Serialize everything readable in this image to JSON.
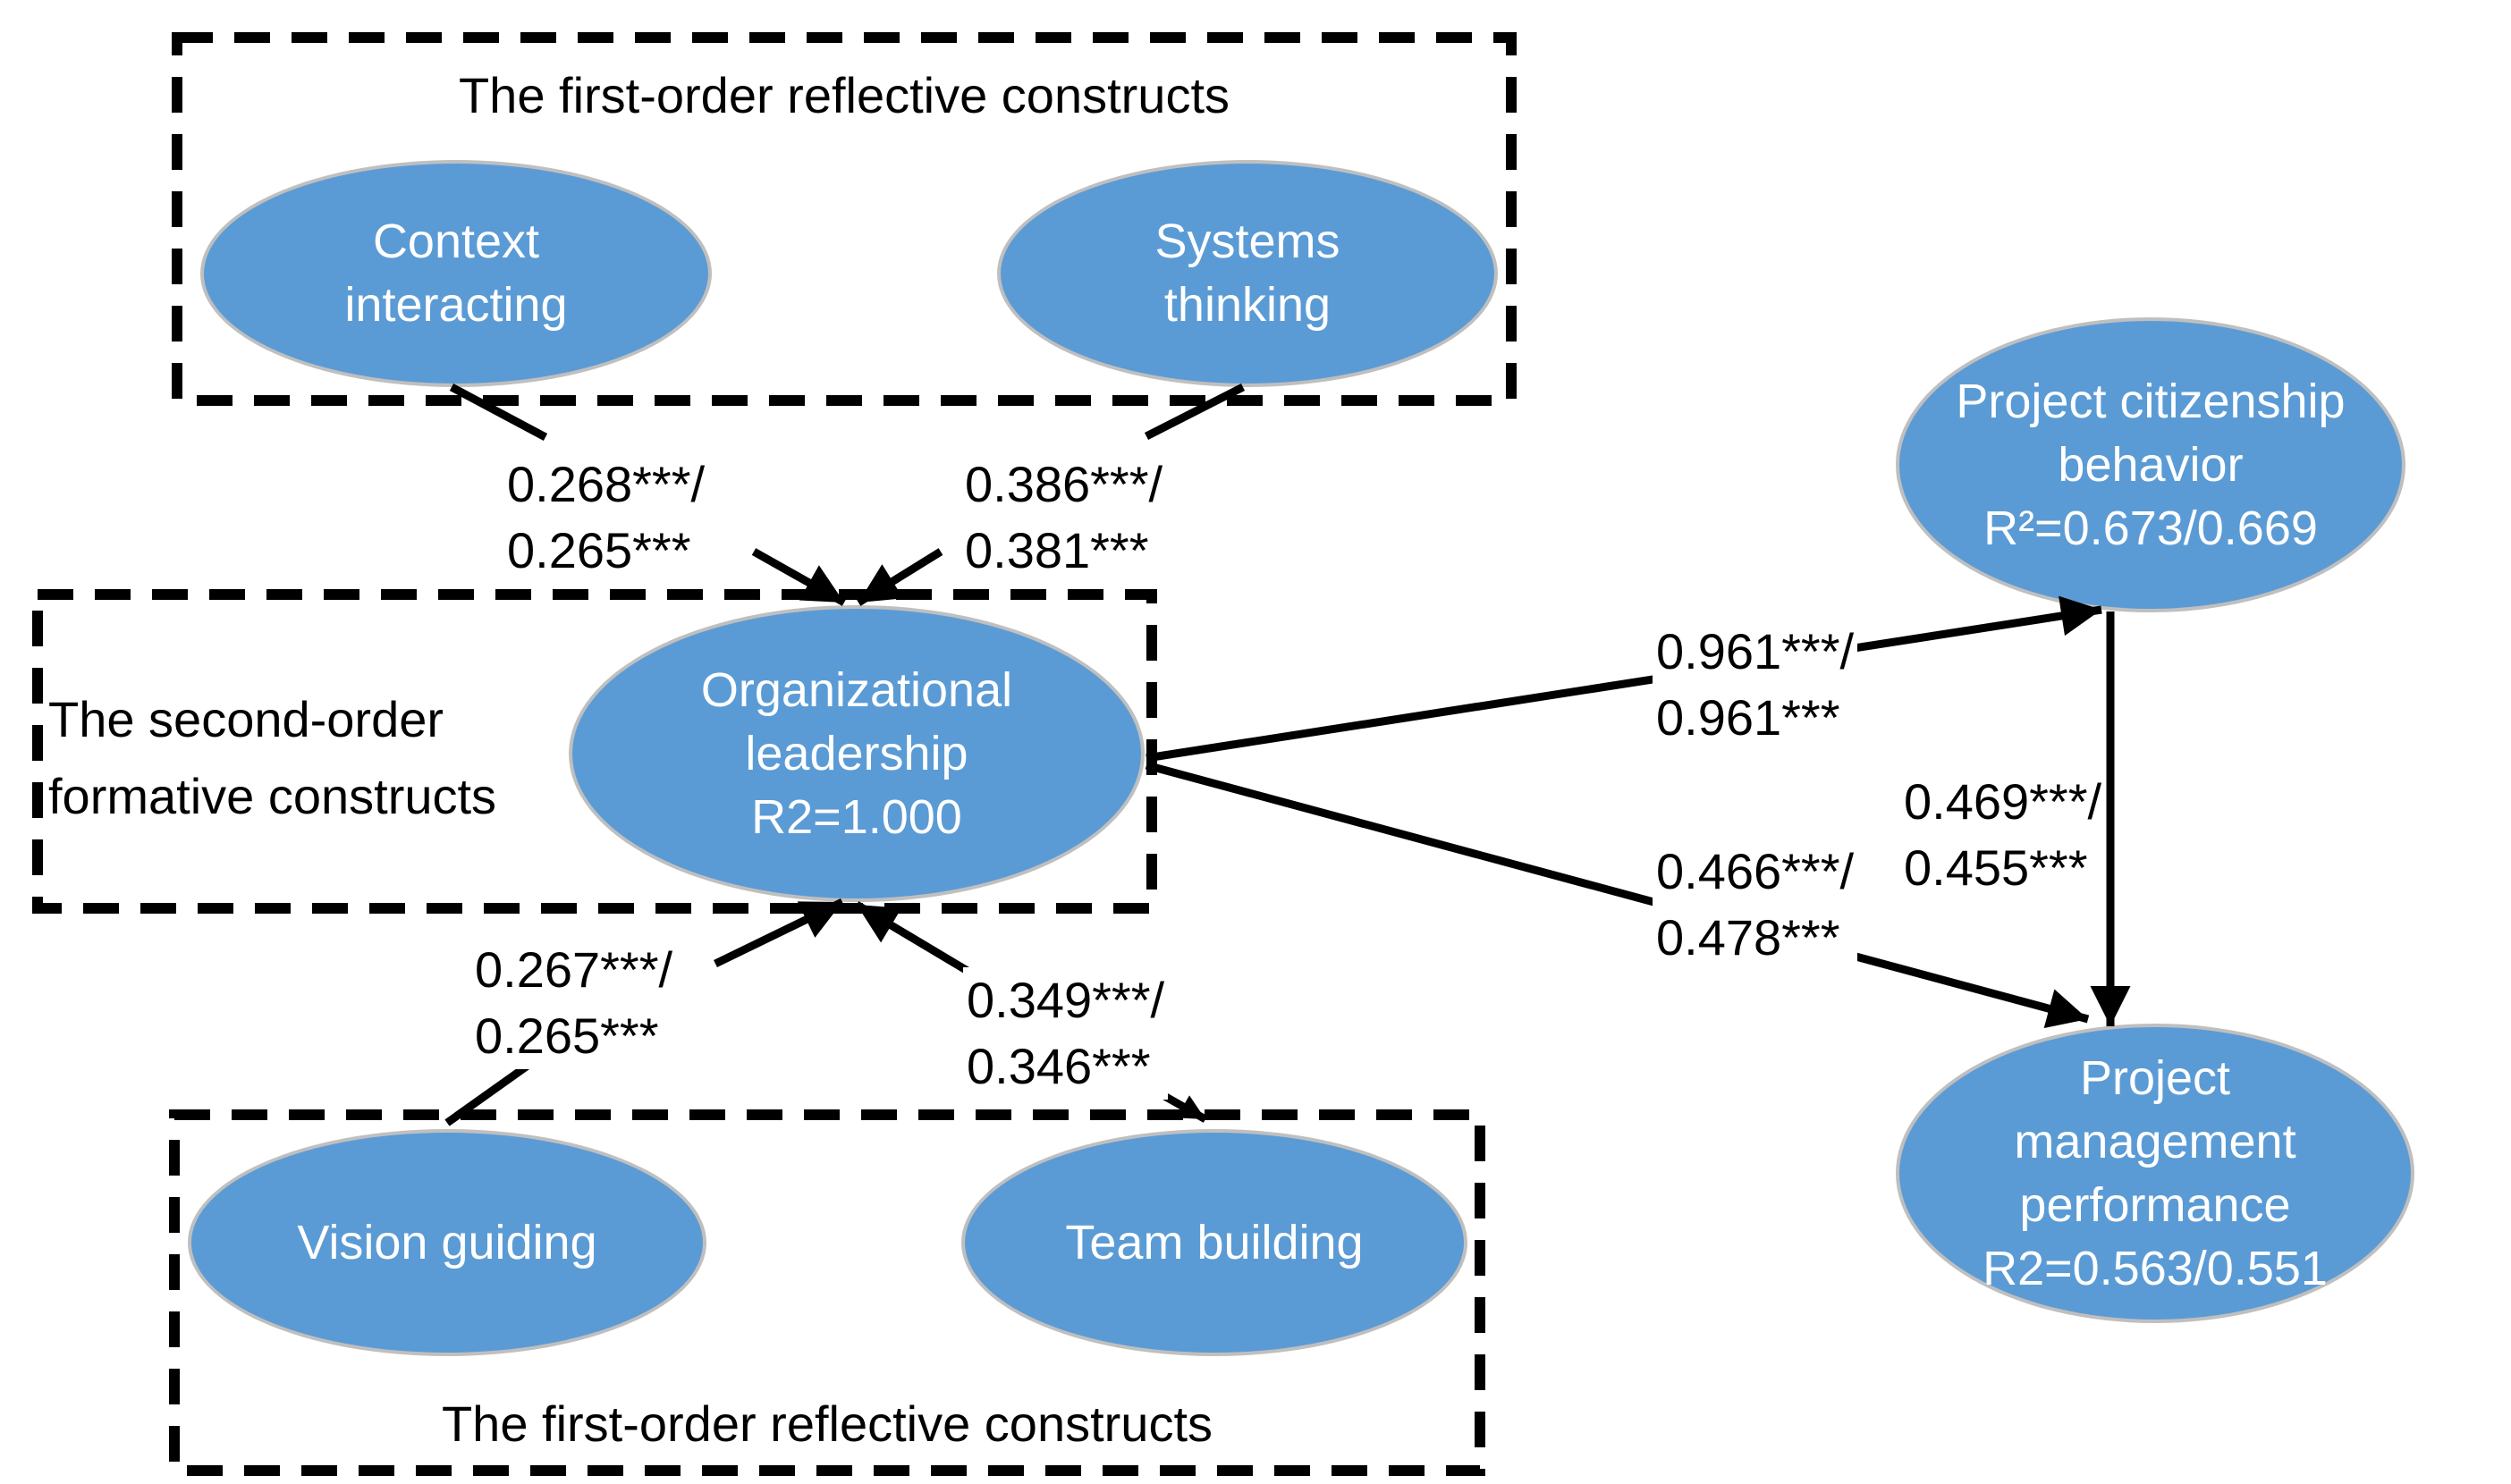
{
  "groups": {
    "top_box": {
      "label": "The first-order reflective constructs"
    },
    "middle_box": {
      "label_line1": "The second-order",
      "label_line2": "formative constructs"
    },
    "bottom_box": {
      "label": "The first-order reflective constructs"
    }
  },
  "constructs": {
    "context_interacting": {
      "line1": "Context",
      "line2": "interacting"
    },
    "systems_thinking": {
      "line1": "Systems",
      "line2": "thinking"
    },
    "organizational_leadership": {
      "line1": "Organizational",
      "line2": "leadership",
      "line3": "R2=1.000"
    },
    "vision_guiding": {
      "line1": "Vision guiding"
    },
    "team_building": {
      "line1": "Team building"
    },
    "project_citizenship_behavior": {
      "line1": "Project citizenship",
      "line2": "behavior",
      "line3": "R²=0.673/0.669"
    },
    "project_management_performance": {
      "line1": "Project",
      "line2": "management",
      "line3": "performance",
      "line4": "R2=0.563/0.551"
    }
  },
  "path_coefficients": {
    "context_to_leadership": {
      "line1": "0.268***/",
      "line2": "0.265***"
    },
    "systems_to_leadership": {
      "line1": "0.386***/",
      "line2": "0.381***"
    },
    "vision_to_leadership": {
      "line1": "0.267***/",
      "line2": "0.265***"
    },
    "team_to_leadership": {
      "line1": "0.349***/",
      "line2": "0.346***"
    },
    "leadership_to_citizenship": {
      "line1": "0.961***/",
      "line2": "0.961***"
    },
    "leadership_to_performance": {
      "line1": "0.466***/",
      "line2": "0.478***"
    },
    "citizenship_to_performance": {
      "line1": "0.469***/",
      "line2": "0.455***"
    }
  },
  "colors": {
    "construct_fill": "#5B9BD5",
    "construct_border": "#BFBFBF",
    "construct_text": "#FFFFFF",
    "line_color": "#000000",
    "label_text": "#000000",
    "background": "#FFFFFF"
  }
}
